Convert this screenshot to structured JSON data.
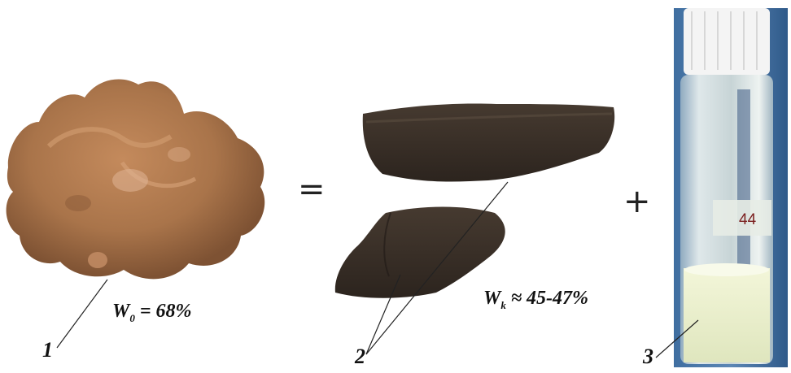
{
  "figure": {
    "item1": {
      "number": "1",
      "moisture_symbol": "W",
      "moisture_subscript": "0",
      "moisture_value": "= 68%"
    },
    "item2": {
      "number": "2",
      "moisture_symbol": "W",
      "moisture_subscript": "k",
      "moisture_value": "≈ 45-47%"
    },
    "item3": {
      "number": "3",
      "vial_label": "44"
    },
    "operators": {
      "equals": "=",
      "plus": "+"
    }
  },
  "colors": {
    "wet_clay": "#a9744a",
    "dry_clay": "#3a3028",
    "vial_glass": "#c9d3cf",
    "vial_cap": "#f4f4f4",
    "liquid": "#e9eec9"
  }
}
